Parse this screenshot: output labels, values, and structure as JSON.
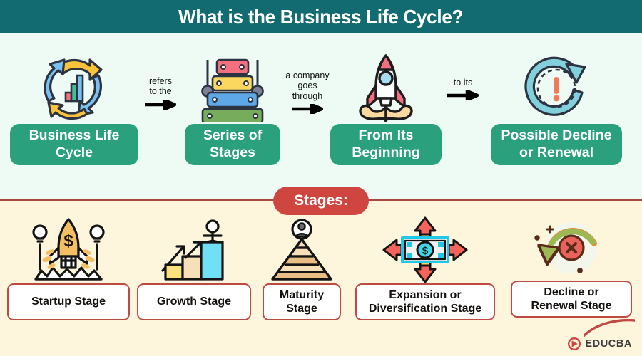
{
  "header": {
    "title": "What is the Business Life Cycle?",
    "bg_color": "#126b70",
    "text_color": "#ffffff"
  },
  "theme": {
    "top_bg": "#eefbf5",
    "bottom_bg": "#fdf6dc",
    "flow_box_color": "#2aa07c",
    "stage_border_color": "#bf4a44",
    "pill_color": "#cf4640",
    "divider_color": "#a8483f"
  },
  "flow": {
    "steps": [
      {
        "label": "Business Life\nCycle",
        "icon": "cycle-chart-icon"
      },
      {
        "label": "Series of\nStages",
        "icon": "stacked-layers-icon"
      },
      {
        "label": "From Its\nBeginning",
        "icon": "rocket-launch-icon"
      },
      {
        "label": "Possible Decline\nor Renewal",
        "icon": "refresh-alert-icon"
      }
    ],
    "connectors": [
      {
        "label": "refers\nto the",
        "icon": "arrow-right-icon"
      },
      {
        "label": "a company\ngoes\nthrough",
        "icon": "arrow-right-icon"
      },
      {
        "label": "to its",
        "icon": "arrow-right-icon"
      }
    ]
  },
  "stages_banner": {
    "label": "Stages:"
  },
  "stages": {
    "items": [
      {
        "label": "Startup Stage",
        "icon": "rocket-money-idea-icon"
      },
      {
        "label": "Growth Stage",
        "icon": "growth-bars-person-icon"
      },
      {
        "label": "Maturity\nStage",
        "icon": "pyramid-person-icon"
      },
      {
        "label": "Expansion or\nDiversification Stage",
        "icon": "money-expand-arrows-icon"
      },
      {
        "label": "Decline or\nRenewal Stage",
        "icon": "cycle-error-icon"
      }
    ]
  },
  "brand": {
    "name": "EDUCBA",
    "icon": "educba-logo-icon"
  }
}
